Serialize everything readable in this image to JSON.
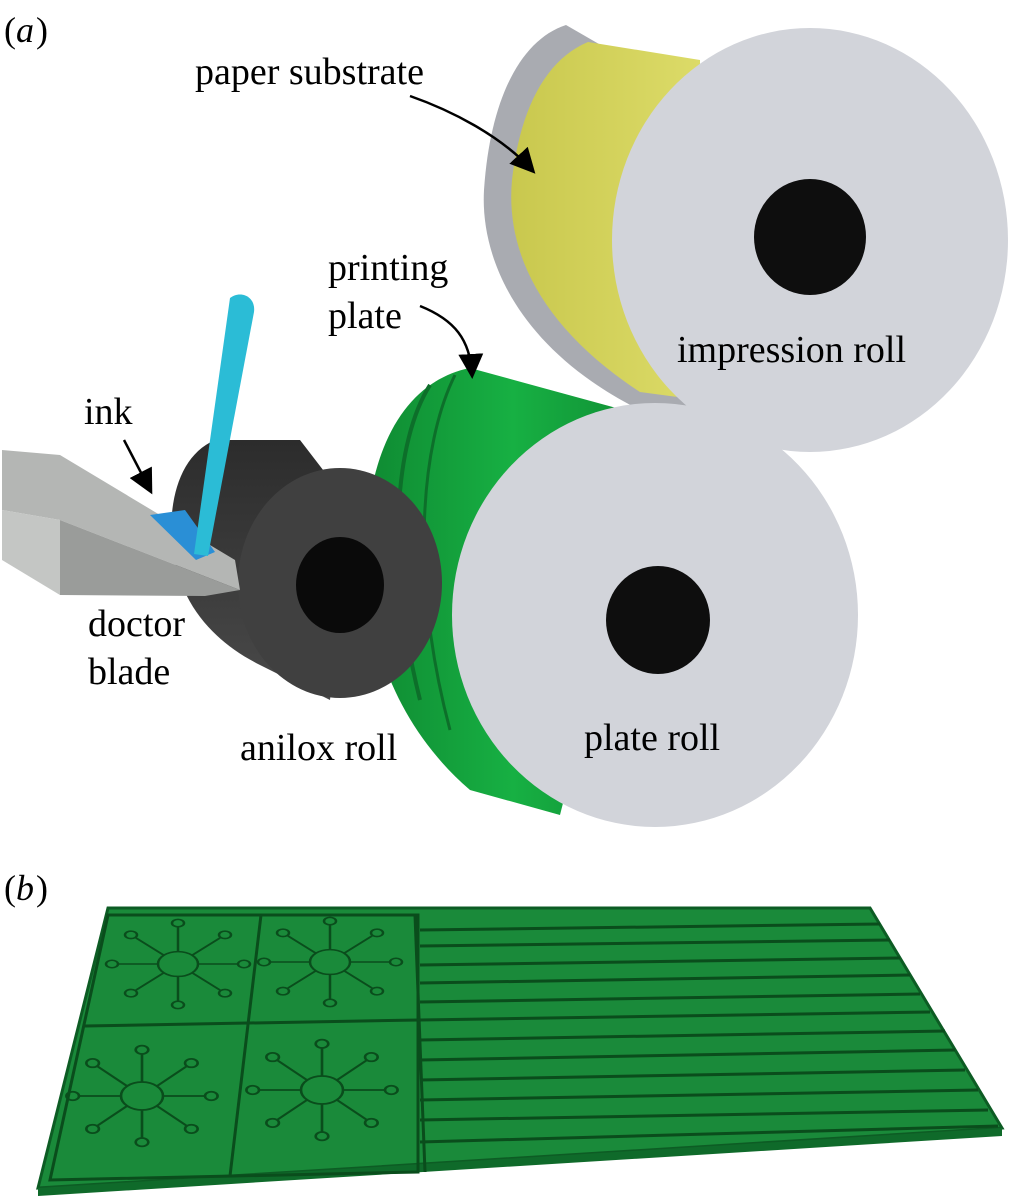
{
  "panels": {
    "a": {
      "letter_open": "(",
      "letter": "a",
      "letter_close": ")",
      "labels": {
        "paper_substrate": "paper substrate",
        "printing_line1": "printing",
        "printing_line2": "plate",
        "impression_roll": "impression roll",
        "ink": "ink",
        "doctor_line1": "doctor",
        "doctor_line2": "blade",
        "anilox_roll": "anilox roll",
        "plate_roll": "plate roll"
      }
    },
    "b": {
      "letter_open": "(",
      "letter": "b",
      "letter_close": ")"
    }
  },
  "colors": {
    "roll_face": "#d2d4da",
    "roll_side": "#a9abb1",
    "hub": "#0e0e0e",
    "paper": "#d5d35a",
    "plate_green": "#13a03c",
    "plate_green_dark": "#0f7a2e",
    "anilox": "#404040",
    "anilox_dark": "#262626",
    "blade": "#b4b6b4",
    "ink_blue": "#2a8fd6",
    "nozzle": "#2bbcd6",
    "sheet_green": "#1a8a3a"
  }
}
